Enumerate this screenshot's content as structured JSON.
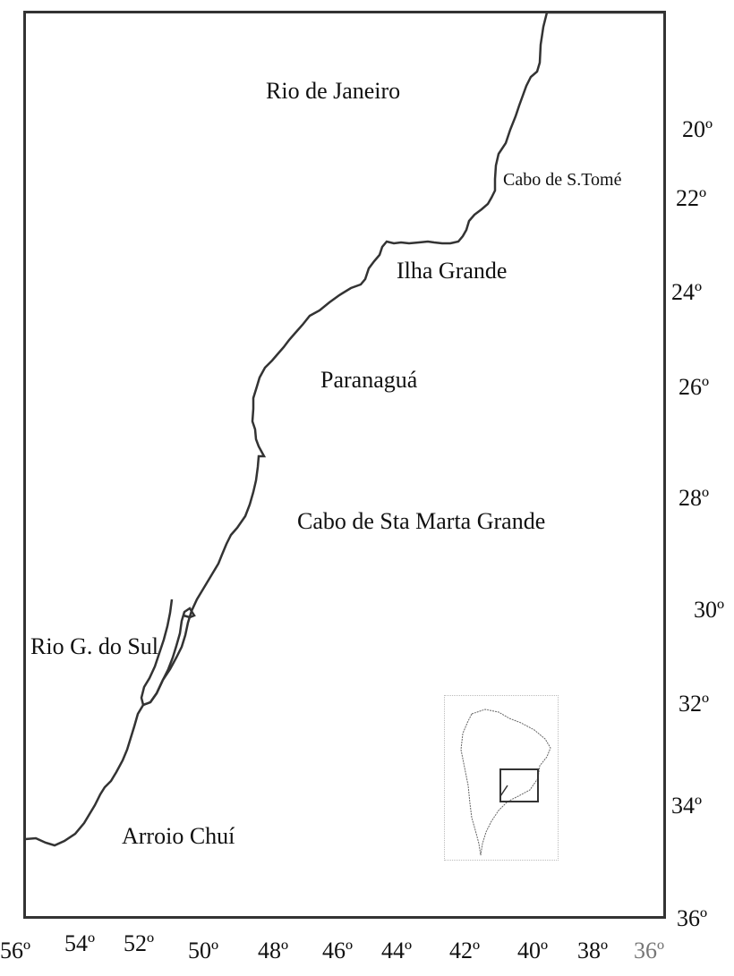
{
  "map": {
    "places": {
      "rio_de_janeiro": "Rio de Janeiro",
      "cabo_sao_tome": "Cabo de S.Tomé",
      "ilha_grande": "Ilha  Grande",
      "paranagua": "Paranaguá",
      "cabo_santa_marta": "Cabo de Sta Marta Grande",
      "rio_grande_do_sul": "Rio G. do Sul",
      "arroio_chui": "Arroio Chuí"
    },
    "latitude_labels": [
      "20º",
      "22º",
      "24º",
      "26º",
      "28º",
      "30º",
      "32º",
      "34º",
      "36º"
    ],
    "longitude_labels": [
      "56º",
      "54º",
      "52º",
      "50º",
      "48º",
      "46º",
      "44º",
      "42º",
      "40º",
      "38º",
      "36º"
    ],
    "colors": {
      "coastline": "#333333",
      "frame": "#333333",
      "background": "#ffffff"
    },
    "inset": {
      "content": "South America locator map",
      "highlight": "study area box"
    }
  }
}
